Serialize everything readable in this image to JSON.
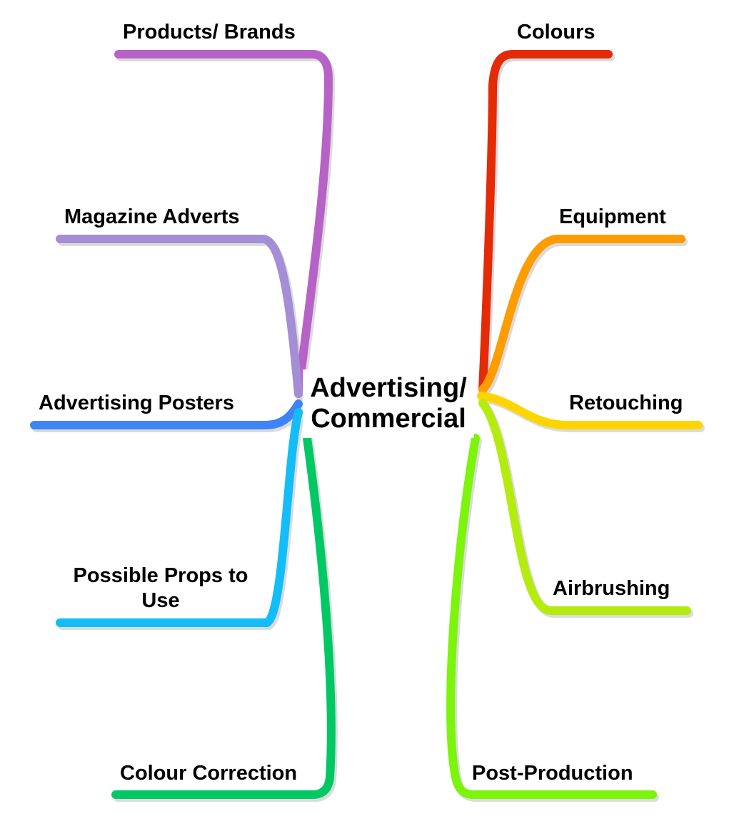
{
  "central_topic": "Advertising/\nCommercial",
  "branches": [
    {
      "id": "products-brands",
      "label": "Products/ Brands",
      "color": "#b762c7"
    },
    {
      "id": "magazine-adverts",
      "label": "Magazine Adverts",
      "color": "#a48ed6"
    },
    {
      "id": "advertising-posters",
      "label": "Advertising Posters",
      "color": "#3f84f6"
    },
    {
      "id": "possible-props",
      "label": "Possible Props to\nUse",
      "color": "#12bdf8"
    },
    {
      "id": "colour-correction",
      "label": "Colour Correction",
      "color": "#00c865"
    },
    {
      "id": "colours",
      "label": "Colours",
      "color": "#e52a06"
    },
    {
      "id": "equipment",
      "label": "Equipment",
      "color": "#fe9c00"
    },
    {
      "id": "retouching",
      "label": "Retouching",
      "color": "#fed500"
    },
    {
      "id": "airbrushing",
      "label": "Airbrushing",
      "color": "#b3ec0e"
    },
    {
      "id": "post-production",
      "label": "Post-Production",
      "color": "#7cf40c"
    }
  ]
}
